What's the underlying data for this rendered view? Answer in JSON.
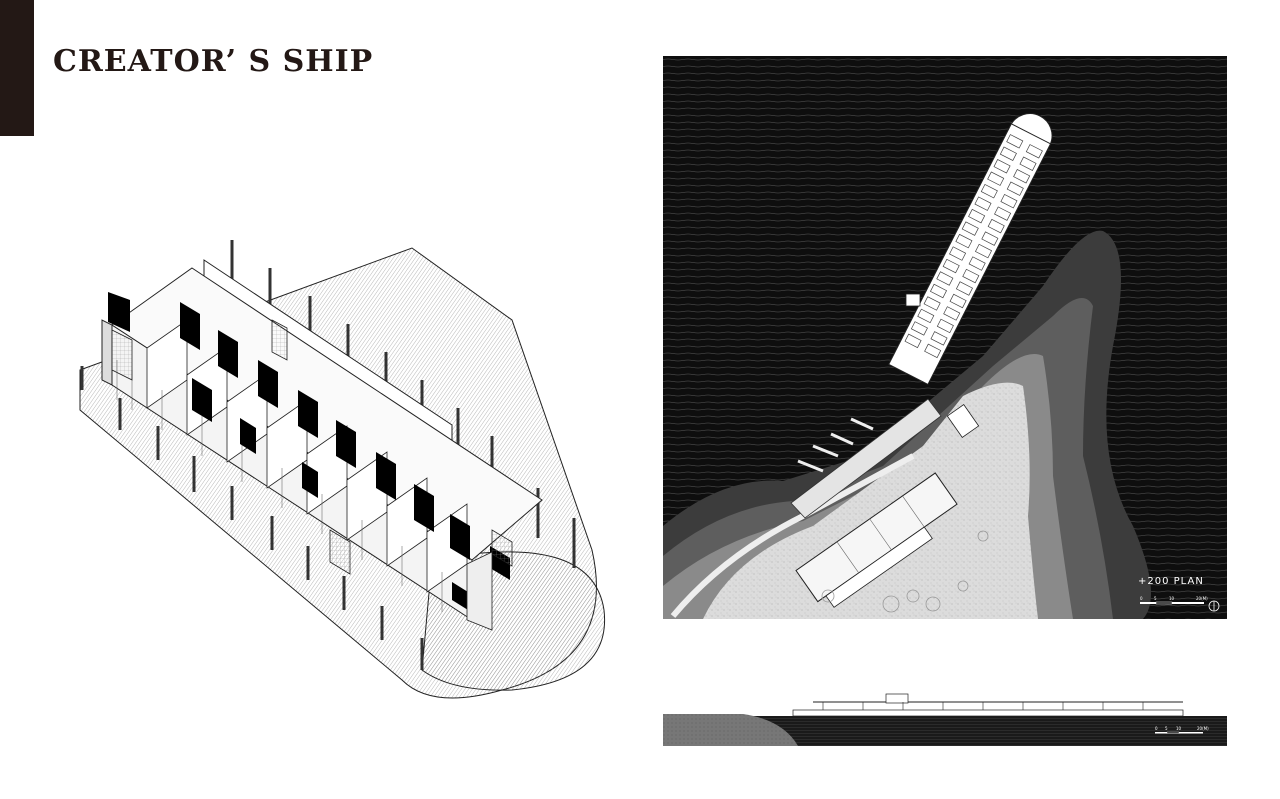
{
  "title": "CREATOR’ S SHIP",
  "site_plan": {
    "label": "+200 PLAN",
    "scale_ticks": [
      "0",
      "5",
      "10",
      "20(M)"
    ]
  },
  "section": {
    "scale_ticks": [
      "0",
      "5",
      "10",
      "20(M)"
    ]
  },
  "colors": {
    "accent": "#231815",
    "water": "#0e0e0e",
    "land": "#d9d9d9",
    "background": "#ffffff"
  }
}
